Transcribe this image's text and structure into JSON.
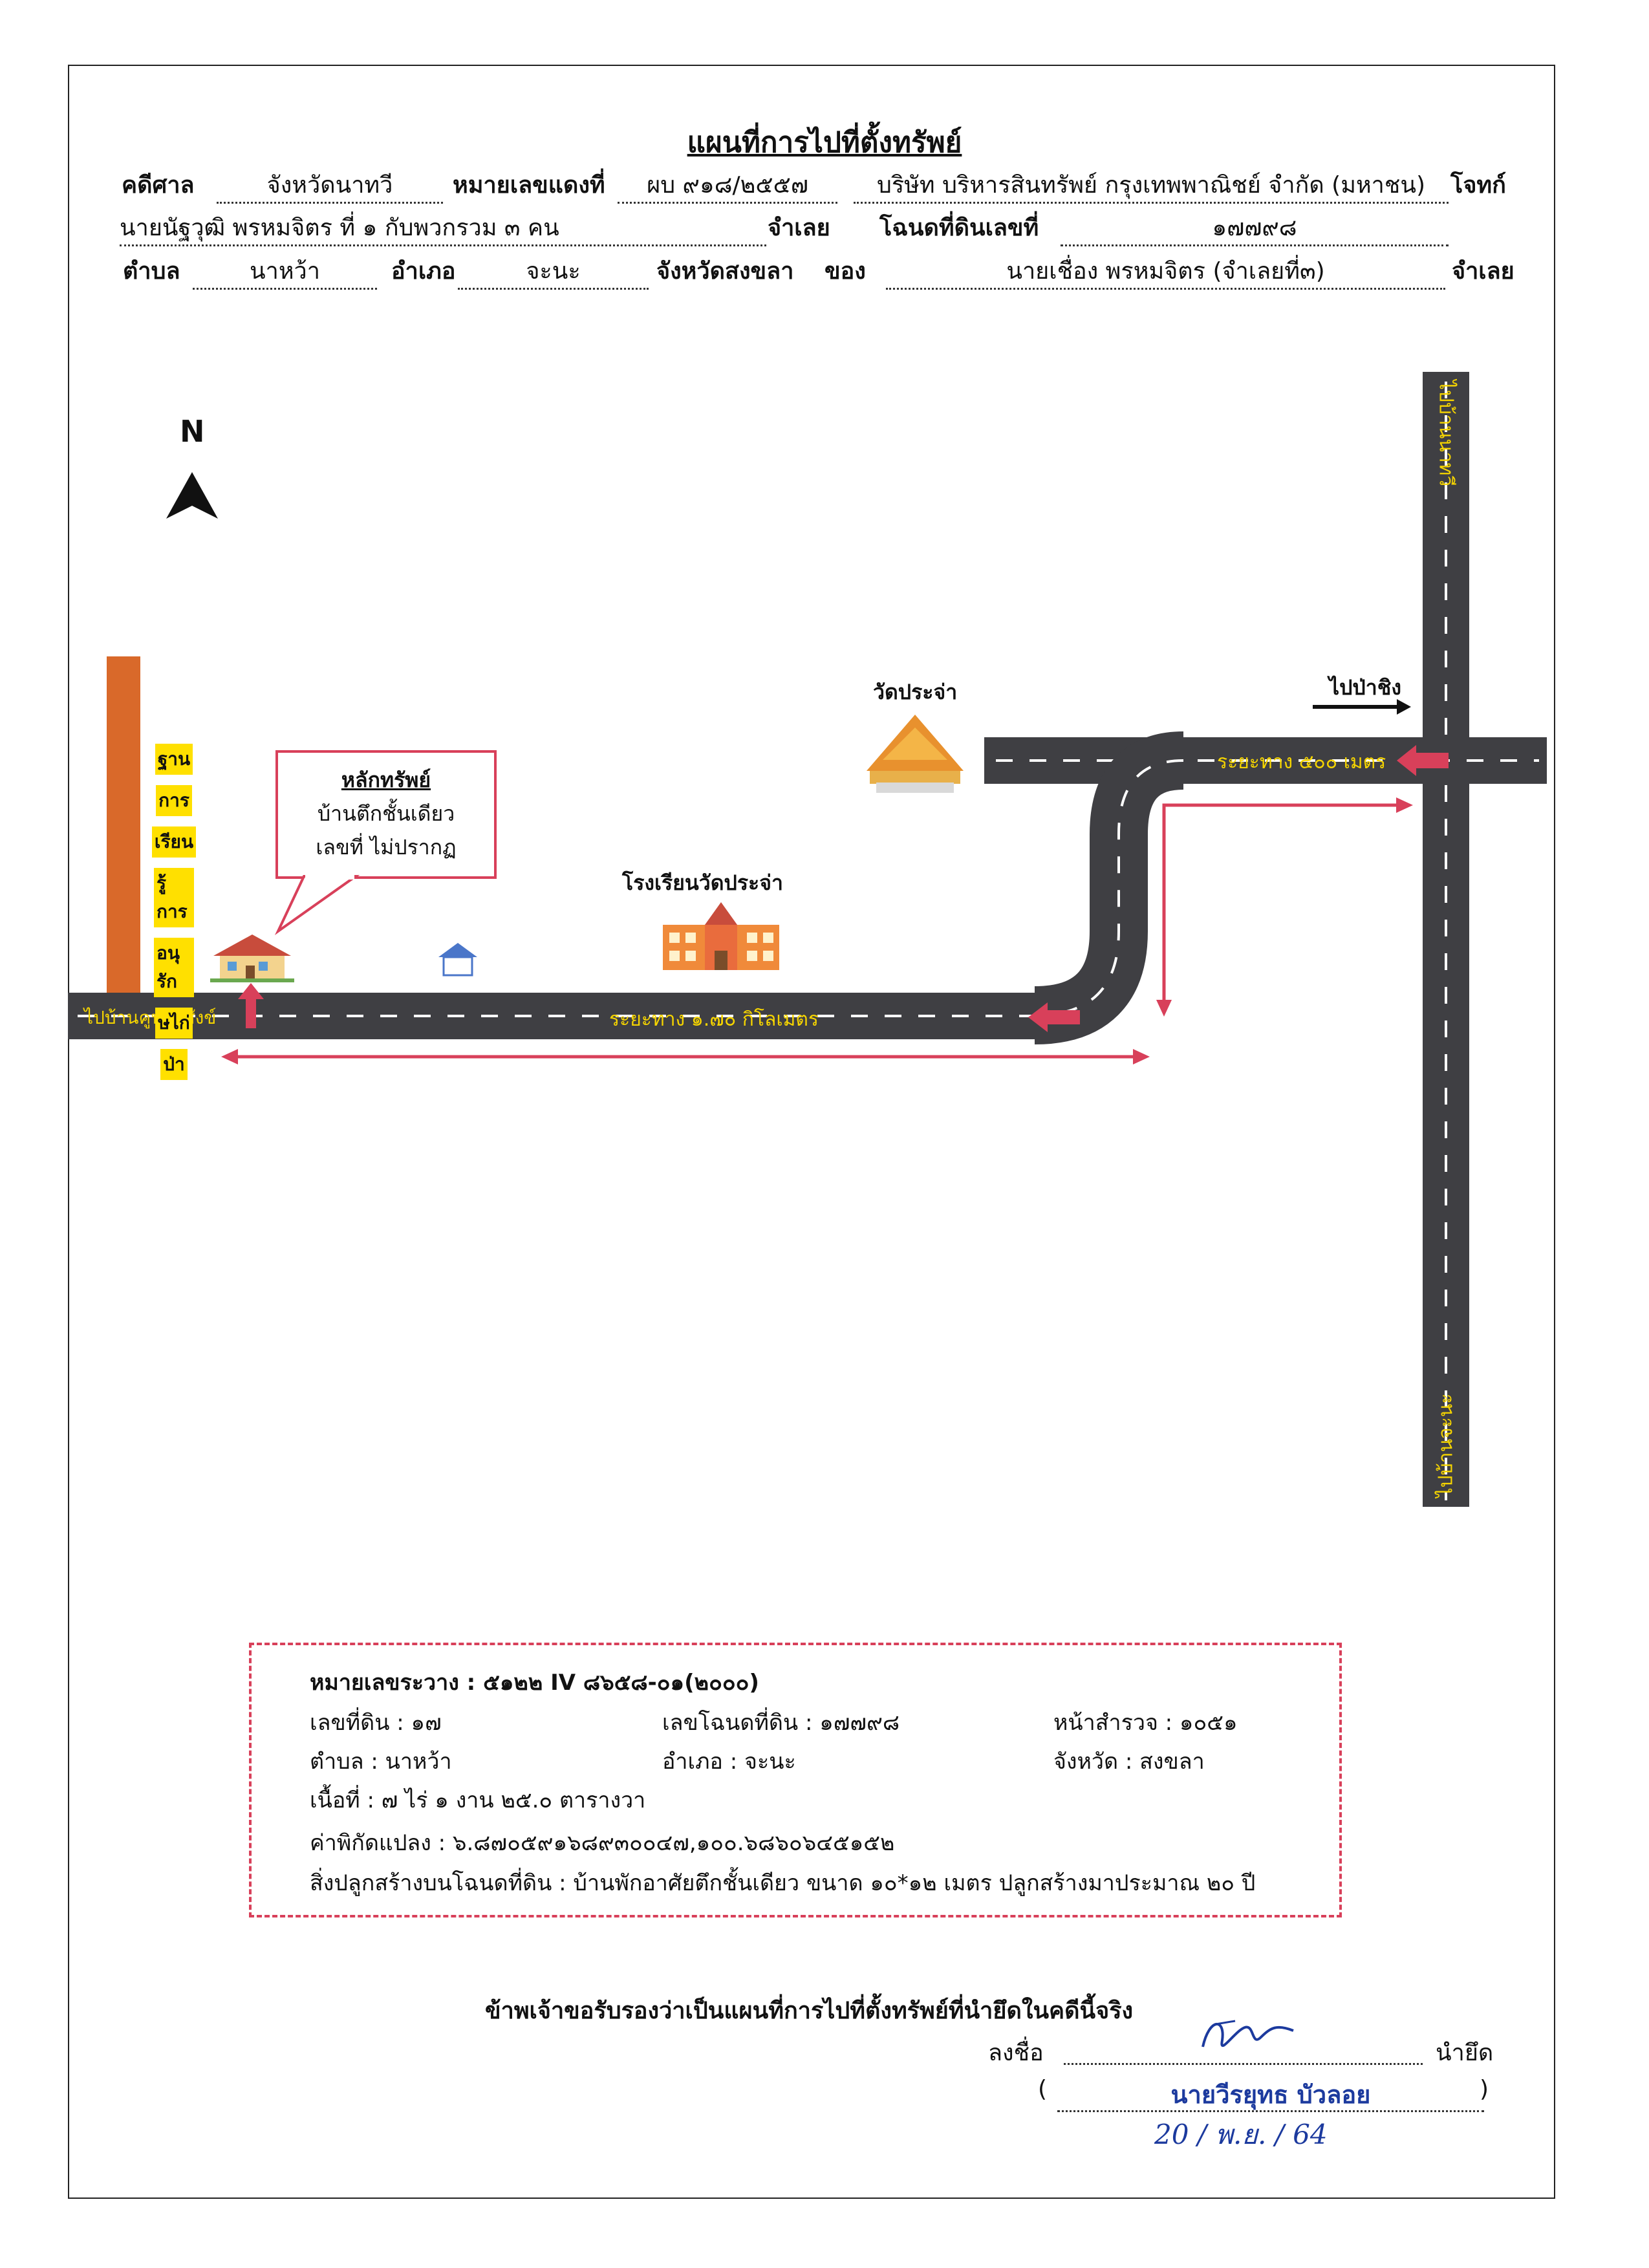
{
  "header": {
    "title": "แผนที่การไปที่ตั้งทรัพย์",
    "court_label": "คดีศาล",
    "court_value": "จังหวัดนาทวี",
    "case_no_label": "หมายเลขแดงที่",
    "case_no_value": "ผบ ๙๑๘/๒๕๕๗",
    "plaintiff_value": "บริษัท บริหารสินทรัพย์ กรุงเทพพาณิชย์ จำกัด (มหาชน)",
    "plaintiff_label": "โจทก์",
    "defendant_value": "นายนัฐวุฒิ พรหมจิตร ที่ ๑ กับพวกรวม ๓ คน",
    "defendant_label": "จำเลย",
    "deed_label": "โฉนดที่ดินเลขที่",
    "deed_value": "๑๗๗๙๘",
    "subdistrict_label": "ตำบล",
    "subdistrict_value": "นาหว้า",
    "district_label": "อำเภอ",
    "district_value": "จะนะ",
    "province_label": "จังหวัดสงขลา",
    "of_label": "ของ",
    "owner_value": "นายเชื่อง พรหมจิตร (จำเลยที่๓)",
    "owner_role": "จำเลย"
  },
  "map": {
    "north": "N",
    "vertical_road_top": "ไปบ้านนาทวี",
    "vertical_road_bottom": "ไปบ้านจะนะ",
    "to_pachin": "ไปป่าชิง",
    "distance_upper": "ระยะทาง ๕๐๐ เมตร",
    "distance_lower": "ระยะทาง ๑.๗๐ กิโลเมตร",
    "to_left": "ไปบ้านคูนายสังข์",
    "temple": "วัดประจ่า",
    "school": "โรงเรียนวัดประจ่า",
    "property_title": "หลักทรัพย์",
    "property_line1": "บ้านตึกชั้นเดียว",
    "property_line2": "เลขที่ ไม่ปรากฏ",
    "sign_words": [
      "ฐาน",
      "การ",
      "เรียน",
      "รู้การ",
      "อนุรัก",
      "ษไก่",
      "ป่า"
    ],
    "colors": {
      "road": "#3f3f43",
      "arrow": "#d8405a",
      "sign": "#ffe000",
      "post": "#d9692a",
      "label": "#f5d400"
    }
  },
  "info": {
    "row1": "หมายเลขระวาง : ๕๑๒๒ IV ๘๖๕๘-๐๑(๒๐๐๐)",
    "land_no": "เลขที่ดิน : ๑๗",
    "deed_no": "เลขโฉนดที่ดิน : ๑๗๗๙๘",
    "survey_page": "หน้าสำรวจ : ๑๐๕๑",
    "subdistrict": "ตำบล : นาหว้า",
    "district": "อำเภอ : จะนะ",
    "province": "จังหวัด : สงขลา",
    "area": "เนื้อที่ : ๗ ไร่ ๑ งาน ๒๕.๐ ตารางวา",
    "coords": "ค่าพิกัดแปลง : ๖.๘๗๐๕๙๑๖๘๙๓๐๐๔๗,๑๐๐.๖๘๖๐๖๔๕๑๕๒",
    "buildings": "สิ่งปลูกสร้างบนโฉนดที่ดิน : บ้านพักอาศัยตึกชั้นเดียว ขนาด ๑๐*๑๒ เมตร ปลูกสร้างมาประมาณ ๒๐ ปี"
  },
  "certification": {
    "statement": "ข้าพเจ้าขอรับรองว่าเป็นแผนที่การไปที่ตั้งทรัพย์ที่นำยึดในคดีนี้จริง",
    "sign_label": "ลงชื่อ",
    "role": "นำยึด",
    "open_paren": "(",
    "close_paren": ")",
    "name": "นายวีรยุทธ บัวลอย",
    "date": "20 / พ.ย. / 64"
  }
}
